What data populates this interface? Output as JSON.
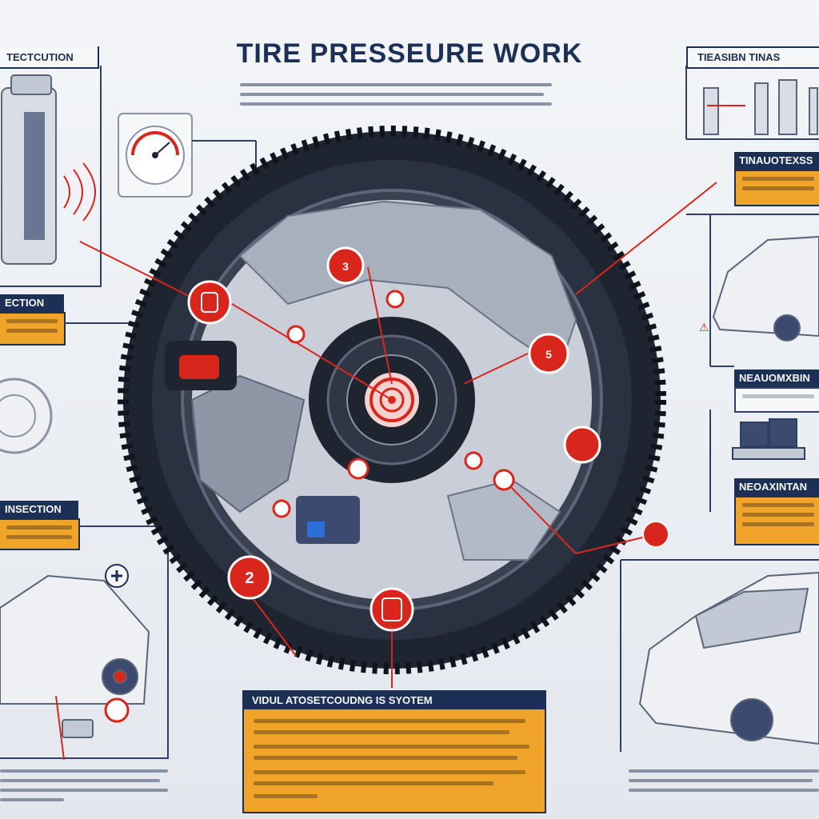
{
  "title": "TIRE PRESSEURE WORK",
  "labels": {
    "top_left": "TECTCUTION",
    "top_right": "TIEASIBN TINAS",
    "mid_left": "ECTION",
    "right_1": "TINAUOTEXSS",
    "right_2": "NEAUOMXBIN",
    "right_3": "NEOAXINTAN",
    "low_left": "INSECTION",
    "bottom_center": "VIDUL ATOSETCOUDNG IS SYOTEM"
  },
  "markers": {
    "m1": "3",
    "m2": "5",
    "m3": "2"
  },
  "colors": {
    "navy": "#1c2f55",
    "orange": "#f0a52a",
    "red": "#d9261c",
    "tire": "#1e2430"
  }
}
